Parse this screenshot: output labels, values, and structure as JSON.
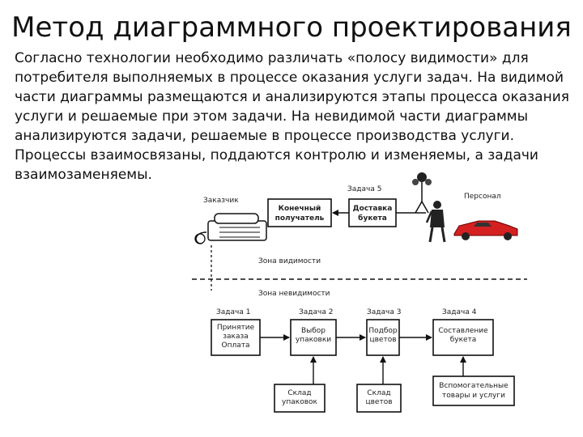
{
  "slide": {
    "title": "Метод диаграммного проектирования",
    "paragraph": "Согласно технологии необходимо различать «полосу видимости» для потребителя выполняемых в процессе оказания услуги задач. На видимой части диаграммы размещаются и анализируются этапы процесса оказания услуги и решаемые при этом задачи. На невидимой части диаграммы анализируются задачи, решаемые в процессе производства услуги. Процессы взаимосвязаны, поддаются контролю и изменяемы, а задачи взаимозаменяемы."
  },
  "diagram": {
    "customer_label": "Заказчик",
    "task5_label": "Задача 5",
    "staff_label": "Персонал",
    "final_recipient": [
      "Конечный",
      "получатель"
    ],
    "bouquet_delivery": [
      "Доставка",
      "букета"
    ],
    "visibility_zone": "Зона видимости",
    "invisibility_zone": "Зона невидимости",
    "task1_label": "Задача 1",
    "task2_label": "Задача 2",
    "task3_label": "Задача 3",
    "task4_label": "Задача 4",
    "box_order": [
      "Принятие",
      "заказа",
      "Оплата"
    ],
    "box_packaging": [
      "Выбор",
      "упаковки"
    ],
    "box_flowers": [
      "Подбор",
      "цветов"
    ],
    "box_compose": [
      "Составление",
      "букета"
    ],
    "box_pack_store": [
      "Склад",
      "упаковок"
    ],
    "box_flower_store": [
      "Склад",
      "цветов"
    ],
    "box_extra": [
      "Вспомогательные",
      "товары и услуги"
    ]
  }
}
